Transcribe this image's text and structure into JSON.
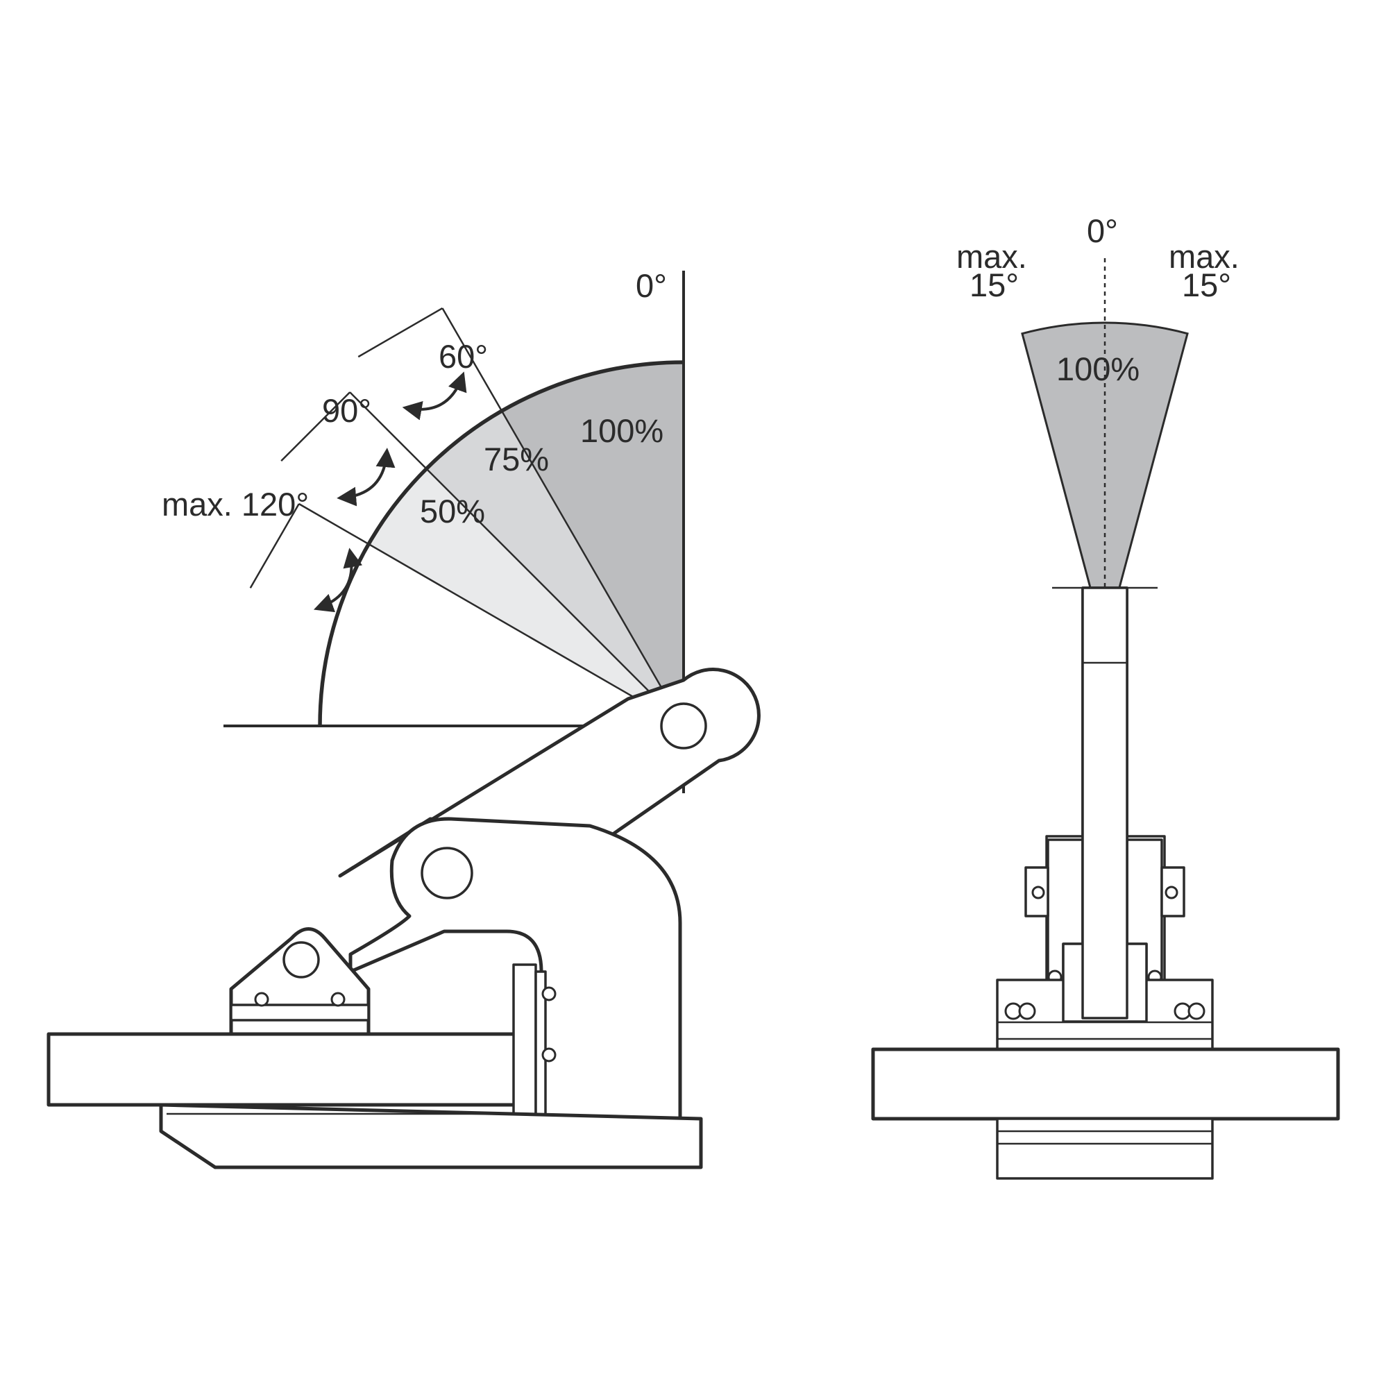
{
  "side_view": {
    "zero_label": "0°",
    "zones": [
      {
        "label": "100%",
        "from_deg": 0,
        "to_deg": 30,
        "color": "#bcbdbf"
      },
      {
        "label": "75%",
        "from_deg": 30,
        "to_deg": 45,
        "color": "#d6d7d9"
      },
      {
        "label": "50%",
        "from_deg": 45,
        "to_deg": 60,
        "color": "#e9eaeb"
      }
    ],
    "angle_markers": [
      {
        "label": "60°",
        "angle_deg": 60
      },
      {
        "label": "90°",
        "angle_deg": 90
      },
      {
        "label": "max. 120°",
        "angle_deg": 120
      }
    ]
  },
  "front_view": {
    "zero_label": "0°",
    "left_limit_label": [
      "max.",
      "15°"
    ],
    "right_limit_label": [
      "max.",
      "15°"
    ],
    "zone_label": "100%",
    "zone_color": "#bcbdbf"
  }
}
